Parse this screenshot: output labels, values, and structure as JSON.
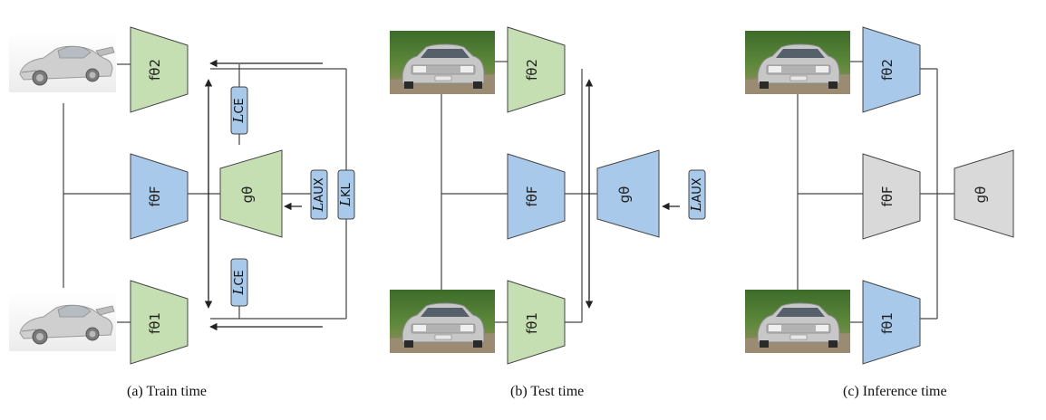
{
  "captions": {
    "a": "(a) Train time",
    "b": "(b) Test time",
    "c": "(c) Inference time"
  },
  "labels": {
    "f_theta2": "fθ2",
    "f_thetaF": "fθF",
    "f_theta1": "fθ1",
    "g_theta": "gθ"
  },
  "losses": {
    "ce_top": {
      "L": "L",
      "sub": "CE"
    },
    "ce_bottom": {
      "L": "L",
      "sub": "CE"
    },
    "aux_a": {
      "L": "L",
      "sub": "AUX"
    },
    "kl": {
      "L": "L",
      "sub": "KL"
    },
    "aux_b": {
      "L": "L",
      "sub": "AUX"
    }
  },
  "colors": {
    "green": "#c5dfb3",
    "blue": "#a9c9ea",
    "gray": "#d9d9d9",
    "stroke": "#444444"
  }
}
